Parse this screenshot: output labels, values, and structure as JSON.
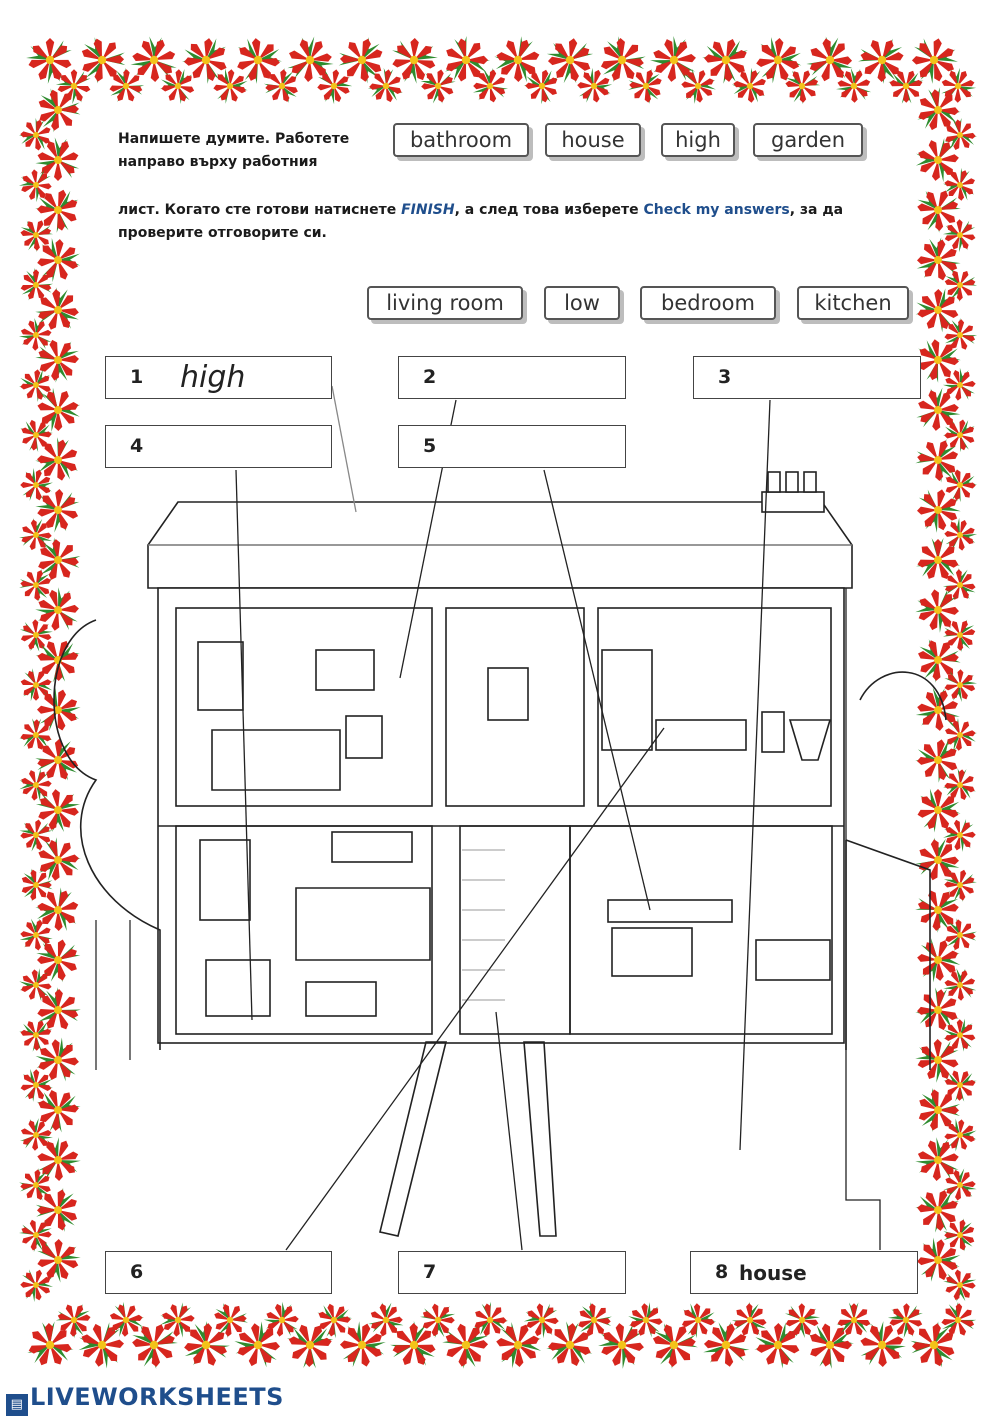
{
  "instructions": {
    "line1": "Напишете думите. Работете",
    "line2": "направо върху работния",
    "line3_start": "лист.",
    "line3_mid1": " Когато сте готови натиснете ",
    "finish": "FINISH",
    "line3_mid2": ", а след това изберете ",
    "check": "Check my answers",
    "line3_end": ", за да",
    "line4": "проверите отговорите си."
  },
  "word_bank": {
    "row1": [
      "bathroom",
      "house",
      "high",
      "garden"
    ],
    "row2": [
      "living room",
      "low",
      "bedroom",
      "kitchen"
    ]
  },
  "answers": [
    {
      "number": "1",
      "value": "high"
    },
    {
      "number": "2",
      "value": ""
    },
    {
      "number": "3",
      "value": ""
    },
    {
      "number": "4",
      "value": ""
    },
    {
      "number": "5",
      "value": ""
    },
    {
      "number": "6",
      "value": ""
    },
    {
      "number": "7",
      "value": ""
    },
    {
      "number": "8",
      "value": "house"
    }
  ],
  "branding": {
    "logo_text": "LIVEWORKSHEETS"
  },
  "colors": {
    "accent": "#1f4e8c",
    "poinsettia_red": "#d7261e",
    "leaf_green": "#2e8b2e"
  }
}
